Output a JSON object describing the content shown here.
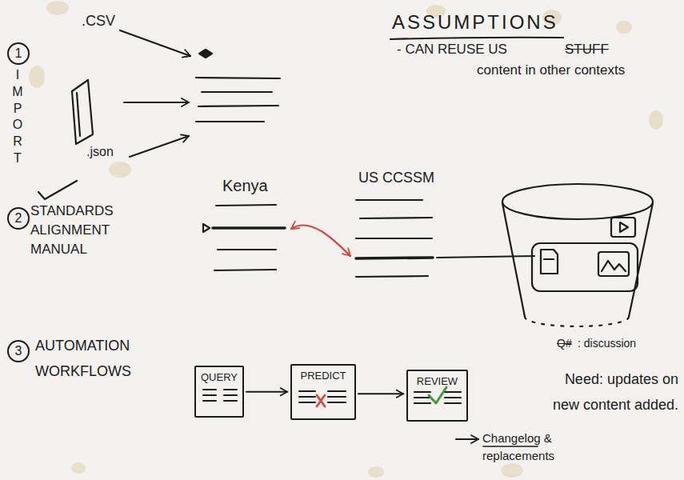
{
  "diagram": {
    "nodes": [
      {
        "text": [
          "1"
        ]
      },
      {
        "text": [
          "2"
        ]
      },
      {
        "text": [
          "3"
        ]
      },
      {
        "text": [
          "QUERY"
        ]
      },
      {
        "text": [
          "PREDICT"
        ]
      },
      {
        "text": [
          "REVIEW"
        ]
      }
    ],
    "edges": [
      {
        "from": 3,
        "to": 4,
        "arrow": "to"
      },
      {
        "from": 4,
        "to": 5,
        "arrow": "to"
      }
    ],
    "labels": [
      "ASSUMPTIONS",
      "- CAN REUSE US",
      "STUFF",
      "content in other contexts",
      ".CSV",
      "IMPORT",
      ".json",
      "Kenya",
      "US CCSSM",
      "STANDARDS ALIGNMENT MANUAL",
      "AUTOMATION WORKFLOWS",
      "Q#",
      ": discussion",
      "Need: updates on new content added.",
      "Changelog & replacements"
    ]
  }
}
